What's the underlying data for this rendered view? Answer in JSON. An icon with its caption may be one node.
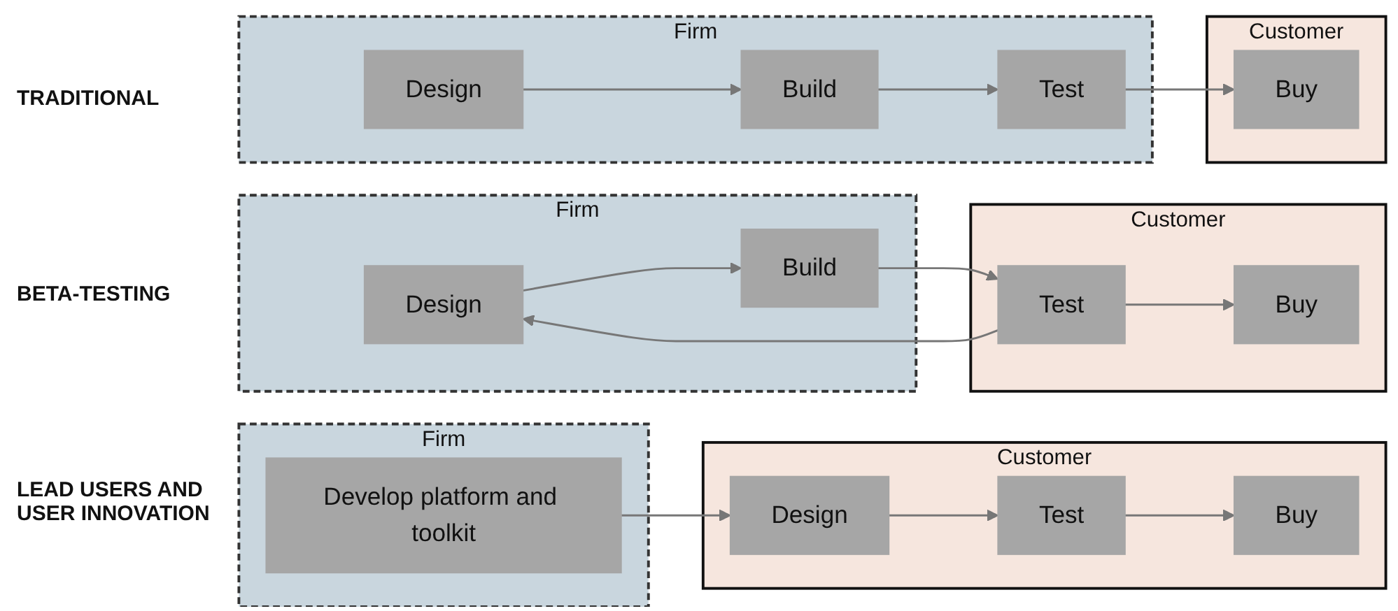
{
  "diagram": {
    "nodes": [
      {
        "text": [
          "Firm"
        ]
      },
      {
        "text": [
          "Design"
        ],
        "in": 0
      },
      {
        "text": [
          "Build"
        ],
        "in": 0
      },
      {
        "text": [
          "Test"
        ],
        "in": 0
      },
      {
        "text": [
          "Customer"
        ]
      },
      {
        "text": [
          "Buy"
        ],
        "in": 4
      },
      {
        "text": [
          "Firm"
        ]
      },
      {
        "text": [
          "Design"
        ],
        "in": 6
      },
      {
        "text": [
          "Build"
        ],
        "in": 6
      },
      {
        "text": [
          "Customer"
        ]
      },
      {
        "text": [
          "Test"
        ],
        "in": 9
      },
      {
        "text": [
          "Buy"
        ],
        "in": 9
      },
      {
        "text": [
          "Firm"
        ]
      },
      {
        "text": [
          "Develop platform and toolkit"
        ],
        "in": 12
      },
      {
        "text": [
          "Customer"
        ]
      },
      {
        "text": [
          "Design"
        ],
        "in": 14
      },
      {
        "text": [
          "Test"
        ],
        "in": 14
      },
      {
        "text": [
          "Buy"
        ],
        "in": 14
      }
    ],
    "edges": [
      {
        "from": 1,
        "to": 2,
        "arrow": "to"
      },
      {
        "from": 2,
        "to": 3,
        "arrow": "to"
      },
      {
        "from": 3,
        "to": 5,
        "arrow": "to"
      },
      {
        "from": 7,
        "to": 8,
        "arrow": "to"
      },
      {
        "from": 8,
        "to": 10,
        "arrow": "to"
      },
      {
        "from": 10,
        "to": 11,
        "arrow": "to"
      },
      {
        "from": 10,
        "to": 7,
        "arrow": "to"
      },
      {
        "from": 13,
        "to": 15,
        "arrow": "to"
      },
      {
        "from": 15,
        "to": 16,
        "arrow": "to"
      },
      {
        "from": 16,
        "to": 17,
        "arrow": "to"
      }
    ],
    "labels": [
      "TRADITIONAL",
      "BETA-TESTING",
      "LEAD USERS AND USER INNOVATION"
    ]
  }
}
